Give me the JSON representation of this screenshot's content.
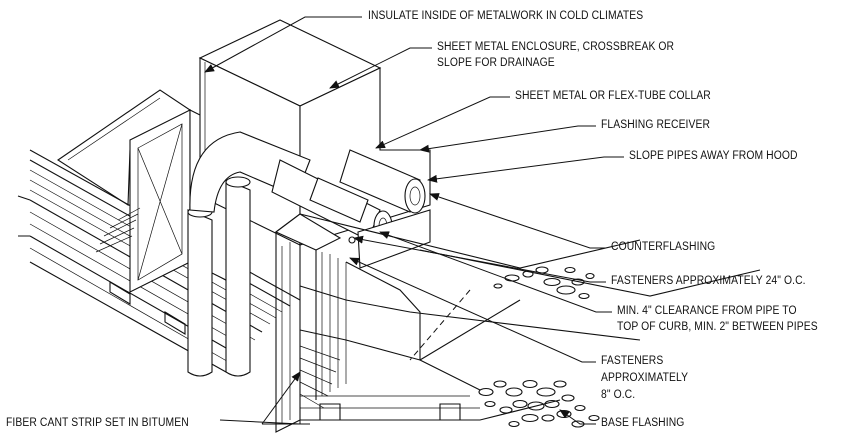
{
  "labels": {
    "insulate": "INSULATE INSIDE OF METALWORK IN COLD CLIMATES",
    "enclosure_1": "SHEET METAL ENCLOSURE, CROSSBREAK OR",
    "enclosure_2": "SLOPE FOR DRAINAGE",
    "collar": "SHEET METAL OR FLEX-TUBE COLLAR",
    "receiver": "FLASHING RECEIVER",
    "slope_pipes": "SLOPE PIPES AWAY FROM HOOD",
    "counterflashing": "COUNTERFLASHING",
    "fasteners_24": "FASTENERS APPROXIMATELY 24\" O.C.",
    "clearance_1": "MIN. 4\" CLEARANCE FROM PIPE TO",
    "clearance_2": "TOP OF CURB, MIN. 2\" BETWEEN PIPES",
    "fasteners_8_1": "FASTENERS",
    "fasteners_8_2": "APPROXIMATELY",
    "fasteners_8_3": "8\" O.C.",
    "cant_strip": "FIBER CANT STRIP  SET IN BITUMEN",
    "base_flashing": "BASE FLASHING"
  }
}
